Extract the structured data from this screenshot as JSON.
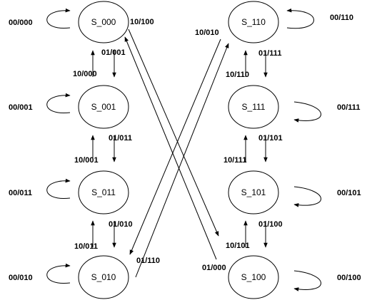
{
  "states": {
    "s000": "S_000",
    "s001": "S_001",
    "s011": "S_011",
    "s010": "S_010",
    "s110": "S_110",
    "s111": "S_111",
    "s101": "S_101",
    "s100": "S_100"
  },
  "self_loops": {
    "s000": "00/000",
    "s001": "00/001",
    "s011": "00/011",
    "s010": "00/010",
    "s110": "00/110",
    "s111": "00/111",
    "s101": "00/101",
    "s100": "00/100"
  },
  "transitions": {
    "s000_to_s001": "01/001",
    "s001_to_s000": "10/000",
    "s001_to_s011": "01/011",
    "s011_to_s001": "10/001",
    "s011_to_s010": "01/010",
    "s010_to_s011": "10/011",
    "s010_to_s110": "01/110",
    "s000_to_s100": "10/100",
    "s100_to_s000": "01/000",
    "s110_to_s010": "10/010",
    "s110_to_s111": "01/111",
    "s111_to_s110": "10/110",
    "s111_to_s101": "01/101",
    "s101_to_s111": "10/111",
    "s101_to_s100": "01/100",
    "s100_to_s101": "10/101"
  }
}
